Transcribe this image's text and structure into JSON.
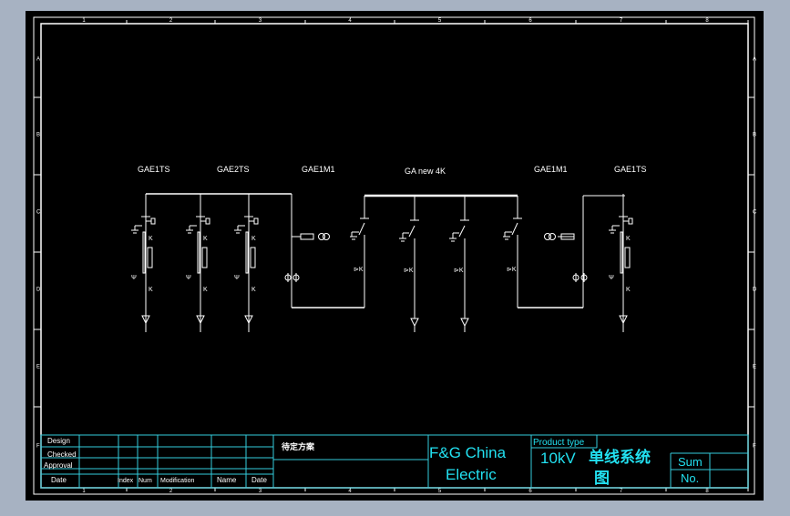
{
  "frame": {
    "col_numbers": [
      "1",
      "2",
      "3",
      "4",
      "5",
      "6",
      "7",
      "8"
    ],
    "row_letters": [
      "A",
      "B",
      "C",
      "D",
      "E",
      "F"
    ]
  },
  "cabinets": [
    {
      "label": "GAE1TS"
    },
    {
      "label": "GAE2TS"
    },
    {
      "label": "GAE1M1"
    },
    {
      "label": "GA new 4K"
    },
    {
      "label": "GAE1M1"
    },
    {
      "label": "GAE1TS"
    }
  ],
  "title_block": {
    "design": "Design",
    "checked": "Checked",
    "approval": "Approval",
    "date": "Date",
    "index": "Index",
    "num": "Num",
    "modification": "Modification",
    "name": "Name",
    "date2": "Date",
    "pending": "待定方案",
    "company_line1": "F&G China",
    "company_line2": "Electric",
    "product_type": "Product type",
    "product_voltage": "10kV",
    "product_name_1": "单线系统",
    "product_name_2": "图",
    "sum": "Sum",
    "no": "No."
  },
  "colors": {
    "background": "#000000",
    "outer": "#a7b2c2",
    "frame": "#ffffff",
    "title_block": "#33ccdd",
    "heading_cn": "#22e0f0"
  }
}
